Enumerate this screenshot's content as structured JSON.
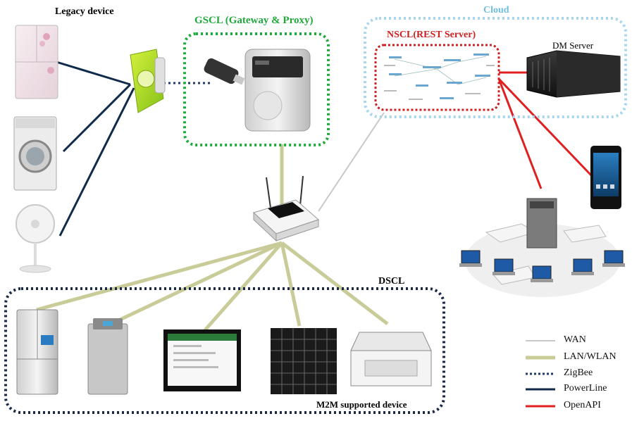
{
  "labels": {
    "legacy_device": "Legacy device",
    "gscl": "GSCL (Gateway & Proxy)",
    "cloud": "Cloud",
    "nscl": "NSCL(REST Server)",
    "dm_server": "DM Server",
    "dscl": "DSCL",
    "m2m_supported": "M2M supported device"
  },
  "legend": [
    {
      "label": "WAN",
      "color": "#c8c8c8",
      "style": "solid"
    },
    {
      "label": "LAN/WLAN",
      "color": "#c9cc98",
      "style": "solid"
    },
    {
      "label": "ZigBee",
      "color": "#1f3b6b",
      "style": "dotted"
    },
    {
      "label": "PowerLine",
      "color": "#0f2a4a",
      "style": "solid"
    },
    {
      "label": "OpenAPI",
      "color": "#e02020",
      "style": "solid"
    }
  ],
  "colors": {
    "gscl_box": "#1faa3c",
    "cloud_box": "#a9d6ec",
    "nscl_box": "#cc1f1f",
    "dscl_box": "#1a2a45",
    "gscl_text": "#1faa3c",
    "cloud_text": "#6fbfe0",
    "nscl_text": "#cc1f1f"
  }
}
